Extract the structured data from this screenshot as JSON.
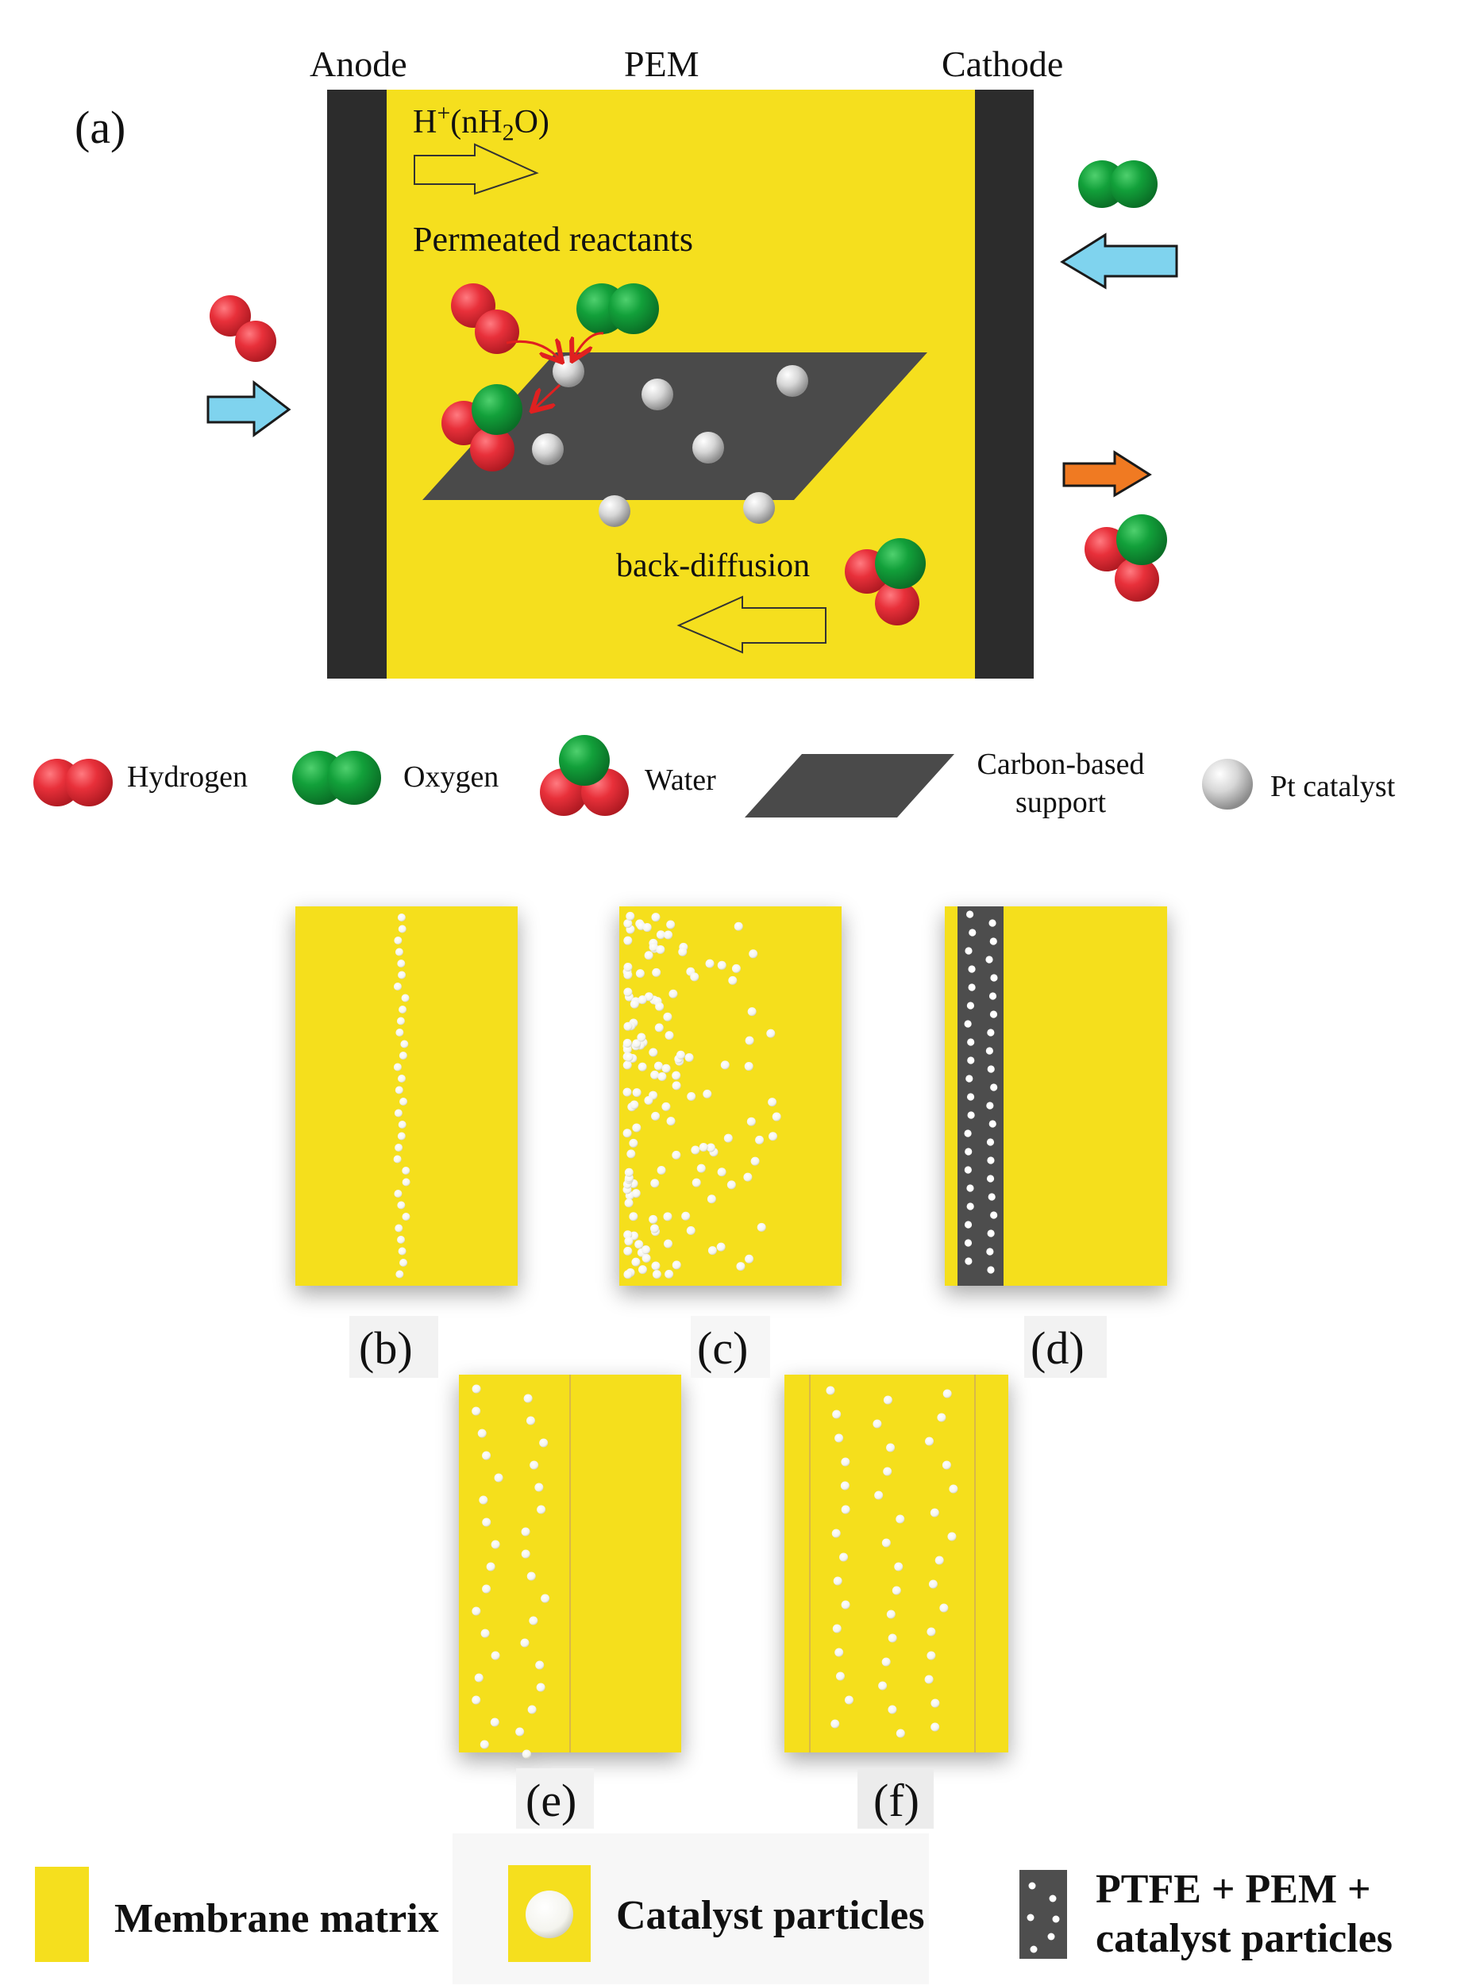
{
  "panel_a": {
    "label": "(a)",
    "anode": "Anode",
    "pem": "PEM",
    "cathode": "Cathode",
    "proton_main": "H",
    "proton_sup": "+",
    "proton_mid": "(nH",
    "proton_sub": "2",
    "proton_end": "O)",
    "permeated": "Permeated reactants",
    "back_diffusion": "back-diffusion"
  },
  "legend_a": {
    "hydrogen": "Hydrogen",
    "oxygen": "Oxygen",
    "water": "Water",
    "carbon_line1": "Carbon-based",
    "carbon_line2": "support",
    "pt": "Pt catalyst"
  },
  "panels": {
    "b": "(b)",
    "c": "(c)",
    "d": "(d)",
    "e": "(e)",
    "f": "(f)"
  },
  "legend_bottom": {
    "membrane": "Membrane matrix",
    "catalyst": "Catalyst particles",
    "ptfe_line1": "PTFE + PEM +",
    "ptfe_line2": "catalyst particles"
  },
  "colors": {
    "membrane_yellow": "#f5df1e",
    "electrode": "#2c2c2c",
    "support": "#4a4a4a",
    "hydrogen": "#e8303a",
    "oxygen": "#12a03a",
    "arrow_inlet": "#7fd3ee",
    "arrow_outlet": "#f07a22"
  }
}
